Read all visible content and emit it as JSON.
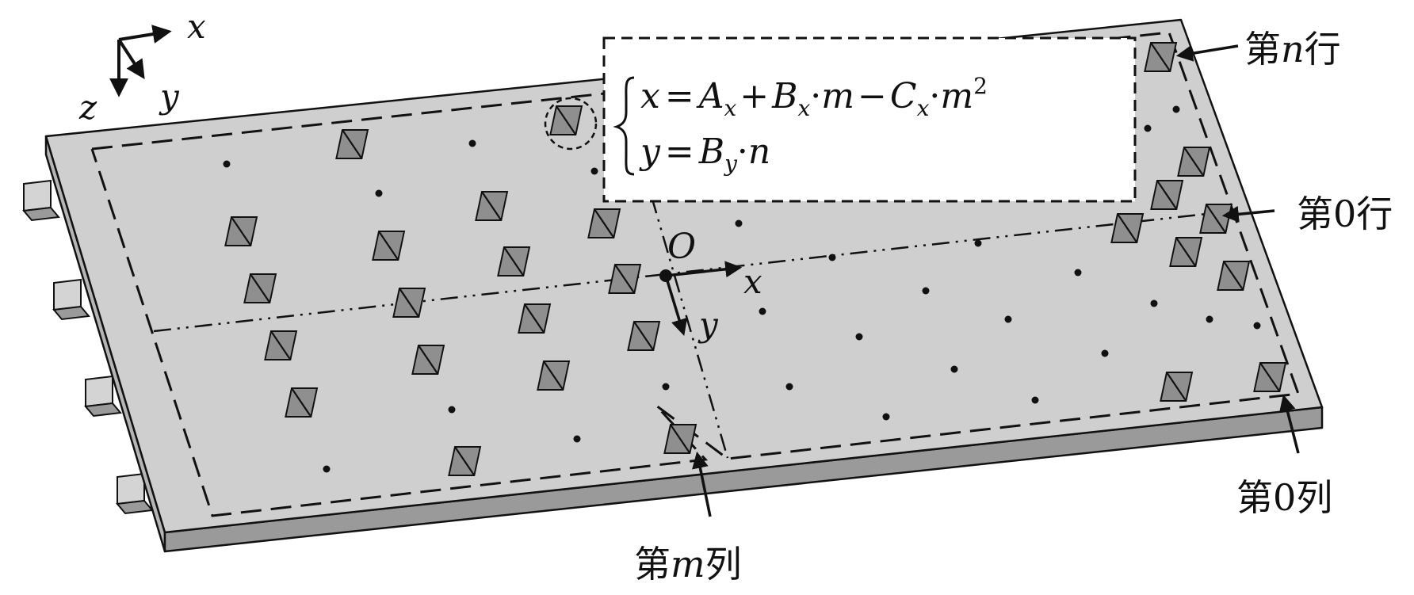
{
  "axes_triad": {
    "x": "x",
    "y": "y",
    "z": "z"
  },
  "origin": {
    "label": "O",
    "x_axis": "x",
    "y_axis": "y"
  },
  "equation": {
    "line1": {
      "var": "x",
      "eq": "=",
      "a": "A",
      "a_sub": "x",
      "plus": "+",
      "b": "B",
      "b_sub": "x",
      "dot1": "·",
      "m1": "m",
      "minus": "−",
      "c": "C",
      "c_sub": "x",
      "dot2": "·",
      "m2": "m",
      "exp": "2"
    },
    "line2": {
      "var": "y",
      "eq": "=",
      "b": "B",
      "b_sub": "y",
      "dot": "·",
      "n": "n"
    }
  },
  "labels": {
    "row_n": {
      "pre": "第",
      "var": "n",
      "post": "行"
    },
    "row_0": "第0行",
    "col_0": "第0列",
    "col_m": {
      "pre": "第",
      "var": "m",
      "post": "列"
    }
  },
  "colors": {
    "plate_top": "#cfcfcf",
    "plate_front": "#9a9a9a",
    "plate_side": "#b5b5b5",
    "stroke": "#111111",
    "label_box": "#ffffff"
  }
}
